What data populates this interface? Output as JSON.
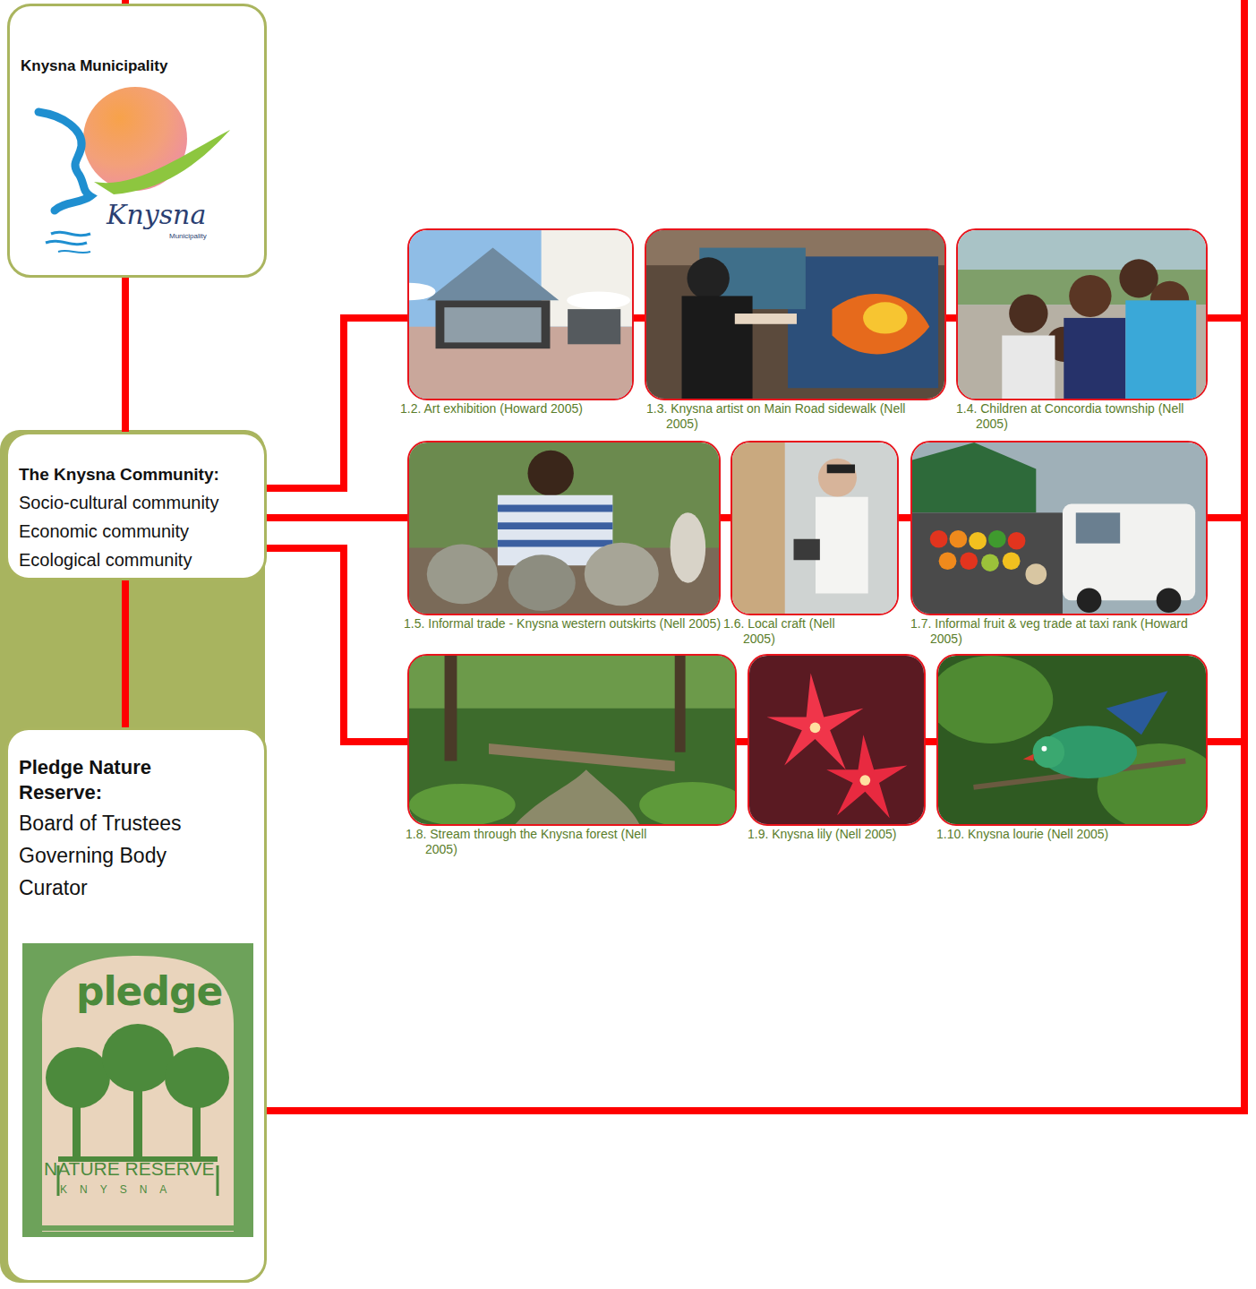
{
  "diagram": {
    "nodes": [
      {
        "text": [
          "Knysna Municipality"
        ]
      },
      {
        "text": [
          "The Knysna Community:",
          "Socio-cultural community",
          "Economic community",
          "Ecological community"
        ]
      },
      {
        "text": [
          "Pledge Nature Reserve:",
          "Board of Trustees",
          "Governing Body",
          "Curator"
        ]
      },
      {
        "text": [
          "1.2. Art exhibition (Howard 2005)"
        ]
      },
      {
        "text": [
          "1.3. Knysna artist on Main Road sidewalk (Nell 2005)"
        ]
      },
      {
        "text": [
          "1.4. Children at Concordia township (Nell 2005)"
        ]
      },
      {
        "text": [
          "1.5. Informal trade - Knysna western outskirts (Nell 2005)"
        ]
      },
      {
        "text": [
          "1.6. Local craft (Nell 2005)"
        ]
      },
      {
        "text": [
          "1.7. Informal fruit & veg trade at taxi rank (Howard 2005)"
        ]
      },
      {
        "text": [
          "1.8. Stream through the Knysna forest (Nell 2005)"
        ]
      },
      {
        "text": [
          "1.9. Knysna lily (Nell 2005)"
        ]
      },
      {
        "text": [
          "1.10. Knysna lourie (Nell 2005)"
        ]
      }
    ],
    "edges": [
      {
        "from": 0,
        "to": 1,
        "arrow": "none"
      },
      {
        "from": 1,
        "to": 2,
        "arrow": "none"
      },
      {
        "from": 1,
        "to": 3,
        "arrow": "none"
      },
      {
        "from": 3,
        "to": 4,
        "arrow": "none"
      },
      {
        "from": 4,
        "to": 5,
        "arrow": "none"
      },
      {
        "from": 1,
        "to": 6,
        "arrow": "none"
      },
      {
        "from": 6,
        "to": 7,
        "arrow": "none"
      },
      {
        "from": 7,
        "to": 8,
        "arrow": "none"
      },
      {
        "from": 1,
        "to": 9,
        "arrow": "none"
      },
      {
        "from": 9,
        "to": 10,
        "arrow": "none"
      },
      {
        "from": 10,
        "to": 11,
        "arrow": "none"
      },
      {
        "from": 5,
        "to": 2,
        "arrow": "none"
      },
      {
        "from": 8,
        "to": 2,
        "arrow": "none"
      },
      {
        "from": 11,
        "to": 2,
        "arrow": "none"
      }
    ],
    "labels": [
      "Knysna",
      "Municipality",
      "pledge",
      "NATURE RESERVE",
      "KNYSNA"
    ]
  }
}
